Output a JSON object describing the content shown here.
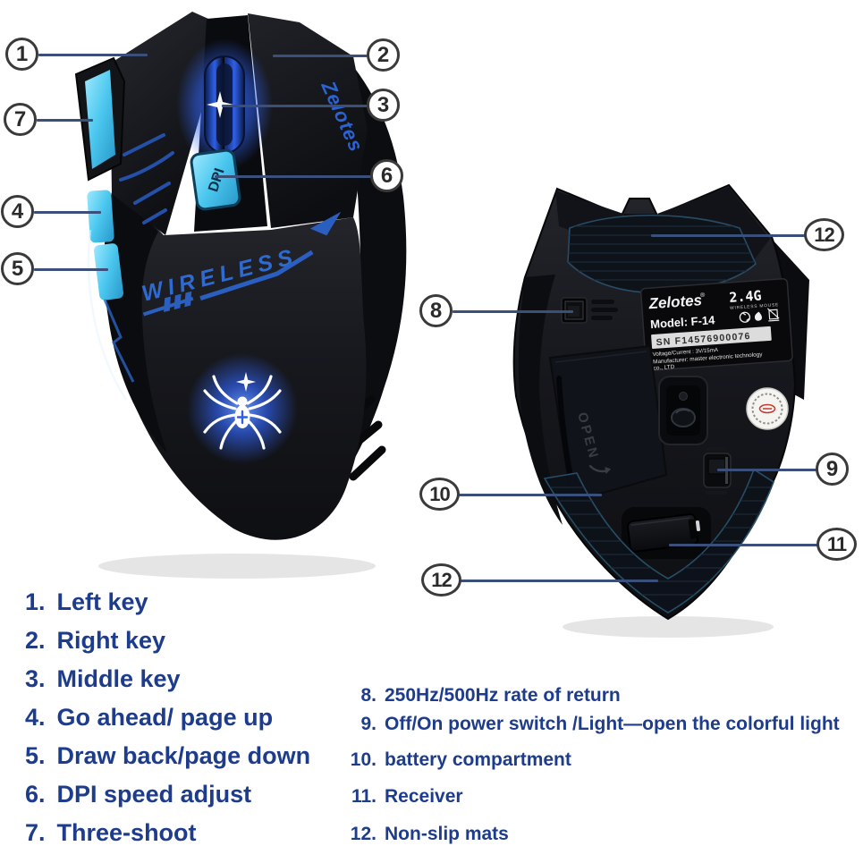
{
  "colors": {
    "leader_line": "#3a4f7a",
    "legend_text": "#1d3c8c",
    "callout_border": "#3a3a3a",
    "accent_cyan": "#4ac6ee",
    "glow_blue": "#2f5fe8",
    "logo_blue": "#2e6ad1",
    "body_black": "#17191e"
  },
  "left_mouse": {
    "brand": "Zelotes",
    "side_text": "WIRELESS",
    "dpi_label": "DPI"
  },
  "right_mouse": {
    "label_brand": "Zelotes",
    "label_reg": "®",
    "label_band": "2.4G",
    "label_band_sub": "WIRELESS MOUSE",
    "label_model": "Model: F-14",
    "label_sn": "SN  F14576900076",
    "label_voltage": "Voltage/Current : 3V/15mA",
    "label_manufacturer": "Manufacturer: master electronic technology",
    "label_manufacturer2": "co., LTD",
    "open_text": "OPEN"
  },
  "callouts": {
    "c1": {
      "label": "1"
    },
    "c2": {
      "label": "2"
    },
    "c3": {
      "label": "3"
    },
    "c4": {
      "label": "4"
    },
    "c5": {
      "label": "5"
    },
    "c6": {
      "label": "6"
    },
    "c7": {
      "label": "7"
    },
    "c8": {
      "label": "8"
    },
    "c9": {
      "label": "9"
    },
    "c10": {
      "label": "10"
    },
    "c11": {
      "label": "11"
    },
    "c12_top": {
      "label": "12"
    },
    "c12_bottom": {
      "label": "12"
    }
  },
  "legend_left": {
    "items": [
      {
        "num": "1.",
        "text": "Left key"
      },
      {
        "num": "2.",
        "text": "Right key"
      },
      {
        "num": "3.",
        "text": "Middle key"
      },
      {
        "num": "4.",
        "text": "Go ahead/ page up"
      },
      {
        "num": "5.",
        "text": "Draw back/page down"
      },
      {
        "num": "6.",
        "text": "DPI speed adjust"
      },
      {
        "num": "7.",
        "text": "Three-shoot"
      }
    ]
  },
  "legend_right": {
    "items": [
      {
        "num": "8.",
        "text": "250Hz/500Hz rate of return"
      },
      {
        "num": "9.",
        "text": "Off/On power switch /Light—open the colorful light"
      },
      {
        "num": "10.",
        "text": "battery compartment"
      },
      {
        "num": "11.",
        "text": "Receiver"
      },
      {
        "num": "12.",
        "text": "Non-slip mats"
      }
    ]
  }
}
